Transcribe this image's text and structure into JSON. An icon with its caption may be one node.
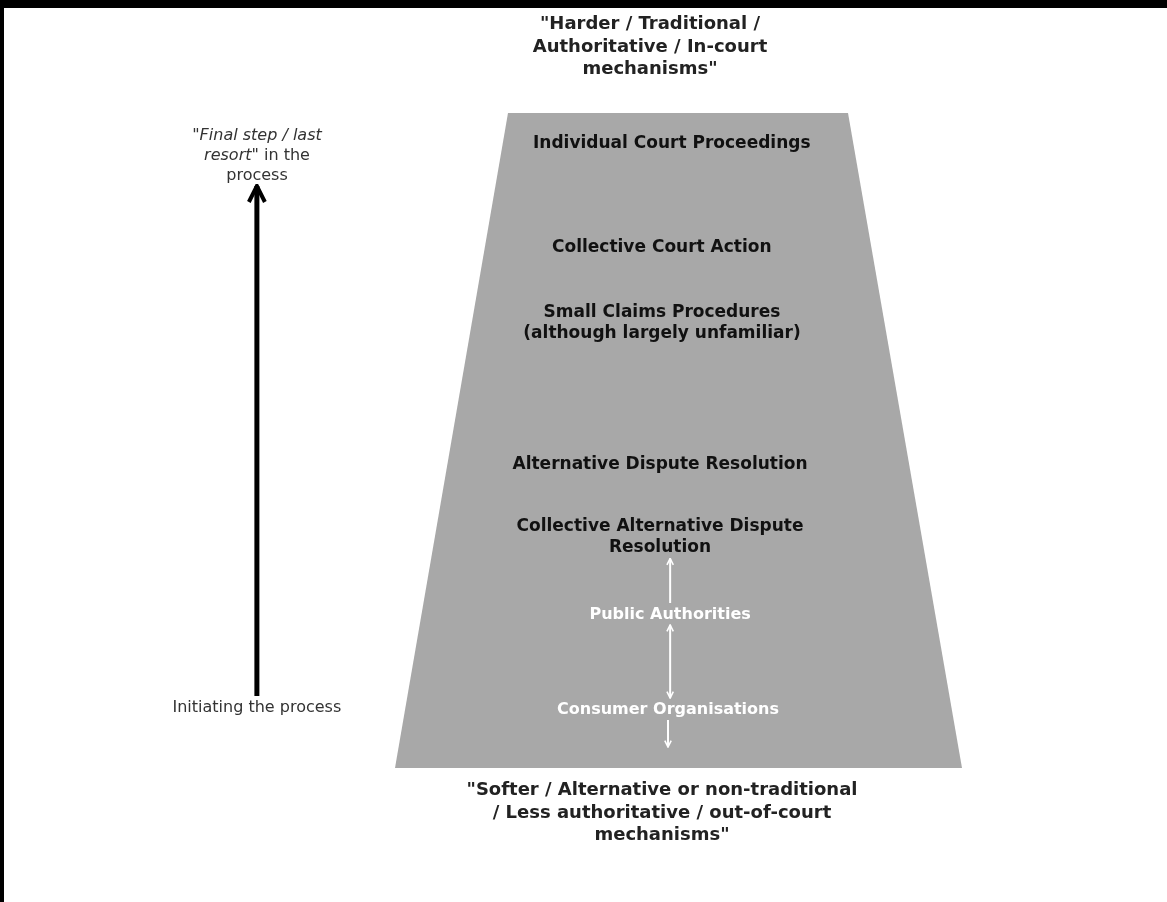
{
  "diagram": {
    "nodes": [
      {
        "text": [
          "*\"Final step / last resort\"* in the process"
        ]
      },
      {
        "text": [],
        "shape": "trapezoid"
      },
      {
        "text": [
          "Individual Court Proceedings"
        ],
        "in": 1
      },
      {
        "text": [
          "Collective Court Action"
        ],
        "in": 1
      },
      {
        "text": [
          "Small Claims Procedures (although largely unfamiliar)"
        ],
        "in": 1
      },
      {
        "text": [
          "Alternative Dispute Resolution"
        ],
        "in": 1
      },
      {
        "text": [
          "Collective Alternative Dispute Resolution"
        ],
        "in": 1
      },
      {
        "text": [
          "Public Authorities"
        ],
        "in": 1
      },
      {
        "text": [
          "Consumer Organisations"
        ],
        "in": 1
      },
      {
        "text": [
          "Initiating the process"
        ]
      }
    ],
    "edges": [
      {
        "from": 9,
        "to": 0,
        "arrow": "to",
        "style": "thick",
        "color": "#000000"
      },
      {
        "from": 7,
        "to": 6,
        "arrow": "to"
      },
      {
        "from": 7,
        "to": 8,
        "arrow": "both"
      },
      {
        "from": 8,
        "to": null,
        "arrow": "to"
      }
    ],
    "labels": [
      "\"Harder / Traditional / Authoritative / In-court mechanisms\"",
      "\"Softer / Alternative or non-traditional / Less authoritative / out-of-court mechanisms\""
    ]
  }
}
